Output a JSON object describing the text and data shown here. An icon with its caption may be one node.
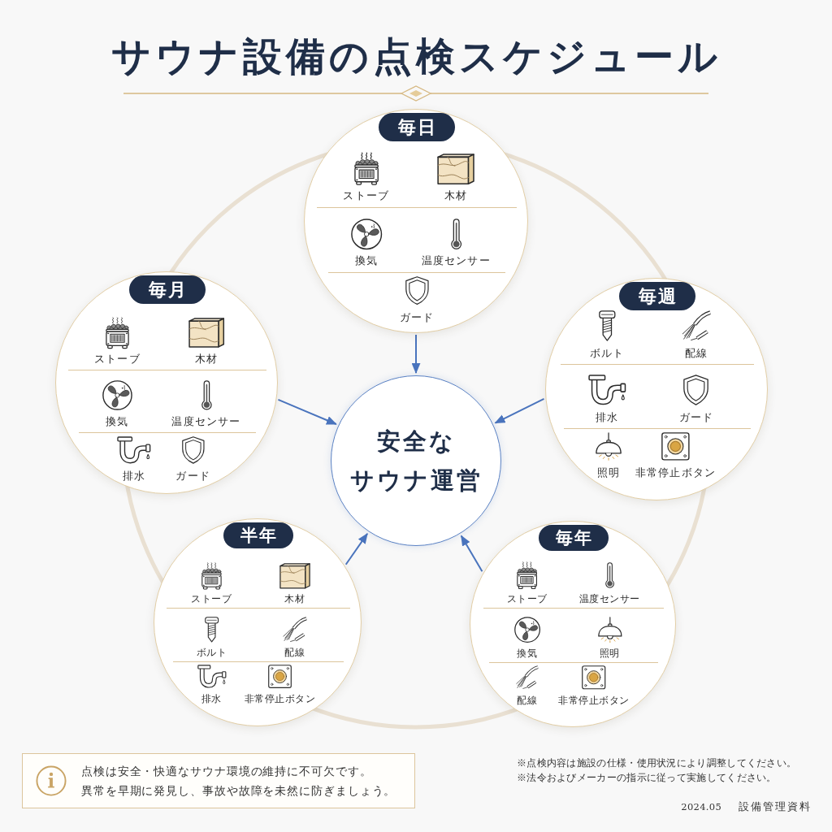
{
  "diagram": {
    "title": "サウナ設備の点検スケジュール",
    "nodes": [
      {
        "text": [
          "毎日",
          "ストーブ",
          "木材",
          "換気",
          "温度センサー",
          "ガード"
        ]
      },
      {
        "text": [
          "毎月",
          "ストーブ",
          "木材",
          "換気",
          "温度センサー",
          "排水",
          "ガード"
        ]
      },
      {
        "text": [
          "毎週",
          "ボルト",
          "配線",
          "排水",
          "ガード",
          "照明",
          "非常停止ボタン"
        ]
      },
      {
        "text": [
          "安全なサウナ運営"
        ]
      },
      {
        "text": [
          "半年",
          "ストーブ",
          "木材",
          "ボルト",
          "配線",
          "排水",
          "非常停止ボタン"
        ]
      },
      {
        "text": [
          "毎年",
          "ストーブ",
          "温度センサー",
          "換気",
          "照明",
          "配線",
          "非常停止ボタン"
        ]
      },
      {
        "text": [
          "点検は安全・快適なサウナ環境の維持に不可欠です。異常を早期に発見し、事故や故障を未然に防ぎましょう。"
        ]
      }
    ],
    "edges": [
      {
        "from": 0,
        "to": 3,
        "arrow": "to"
      },
      {
        "from": 1,
        "to": 3,
        "arrow": "to"
      },
      {
        "from": 2,
        "to": 3,
        "arrow": "to"
      },
      {
        "from": 4,
        "to": 3,
        "arrow": "to"
      },
      {
        "from": 5,
        "to": 3,
        "arrow": "to"
      }
    ],
    "labels": [
      "※点検内容は施設の仕様・使用状況により調整してください。",
      "※法令およびメーカーの指示に従って実施してください。",
      "2024.05",
      "設備管理資料"
    ]
  }
}
